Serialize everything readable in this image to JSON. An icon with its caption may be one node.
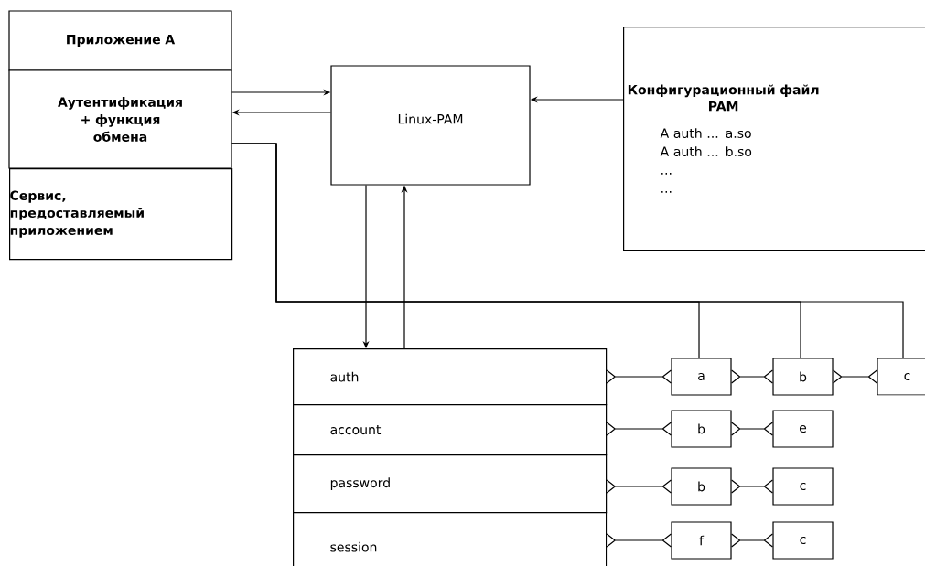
{
  "diagram": {
    "nodes": [
      {
        "text": [
          "Приложение A"
        ]
      },
      {
        "text": [
          "Аутентификация + функция обмена"
        ]
      },
      {
        "text": [
          "Сервис, предоставляемый приложением"
        ]
      },
      {
        "text": [
          "Linux-PAM"
        ]
      },
      {
        "text": [
          "Конфигурационный файл PAM",
          "A auth ... a.so",
          "A auth ... b.so",
          "...",
          "..."
        ]
      },
      {
        "text": [
          "auth"
        ]
      },
      {
        "text": [
          "account"
        ]
      },
      {
        "text": [
          "password"
        ]
      },
      {
        "text": [
          "session"
        ]
      },
      {
        "text": [
          "a"
        ]
      },
      {
        "text": [
          "b"
        ]
      },
      {
        "text": [
          "c"
        ]
      },
      {
        "text": [
          "b"
        ]
      },
      {
        "text": [
          "e"
        ]
      },
      {
        "text": [
          "b"
        ]
      },
      {
        "text": [
          "c"
        ]
      },
      {
        "text": [
          "f"
        ]
      },
      {
        "text": [
          "c"
        ]
      }
    ],
    "edges": [
      {
        "from": 1,
        "to": 3,
        "arrow": "to"
      },
      {
        "from": 3,
        "to": 1,
        "arrow": "to"
      },
      {
        "from": 4,
        "to": 3,
        "arrow": "to"
      },
      {
        "from": 3,
        "to": 5,
        "arrow": "to"
      },
      {
        "from": 5,
        "to": 3,
        "arrow": "to"
      },
      {
        "from": 1,
        "to": 9,
        "arrow": "none"
      },
      {
        "from": 1,
        "to": 10,
        "arrow": "none"
      },
      {
        "from": 1,
        "to": 11,
        "arrow": "none"
      },
      {
        "from": 5,
        "to": 9,
        "arrow": "other"
      },
      {
        "from": 9,
        "to": 10,
        "arrow": "other"
      },
      {
        "from": 10,
        "to": 11,
        "arrow": "other"
      },
      {
        "from": 6,
        "to": 12,
        "arrow": "other"
      },
      {
        "from": 12,
        "to": 13,
        "arrow": "other"
      },
      {
        "from": 7,
        "to": 14,
        "arrow": "other"
      },
      {
        "from": 14,
        "to": 15,
        "arrow": "other"
      },
      {
        "from": 8,
        "to": 16,
        "arrow": "other"
      },
      {
        "from": 16,
        "to": 17,
        "arrow": "other"
      }
    ]
  }
}
